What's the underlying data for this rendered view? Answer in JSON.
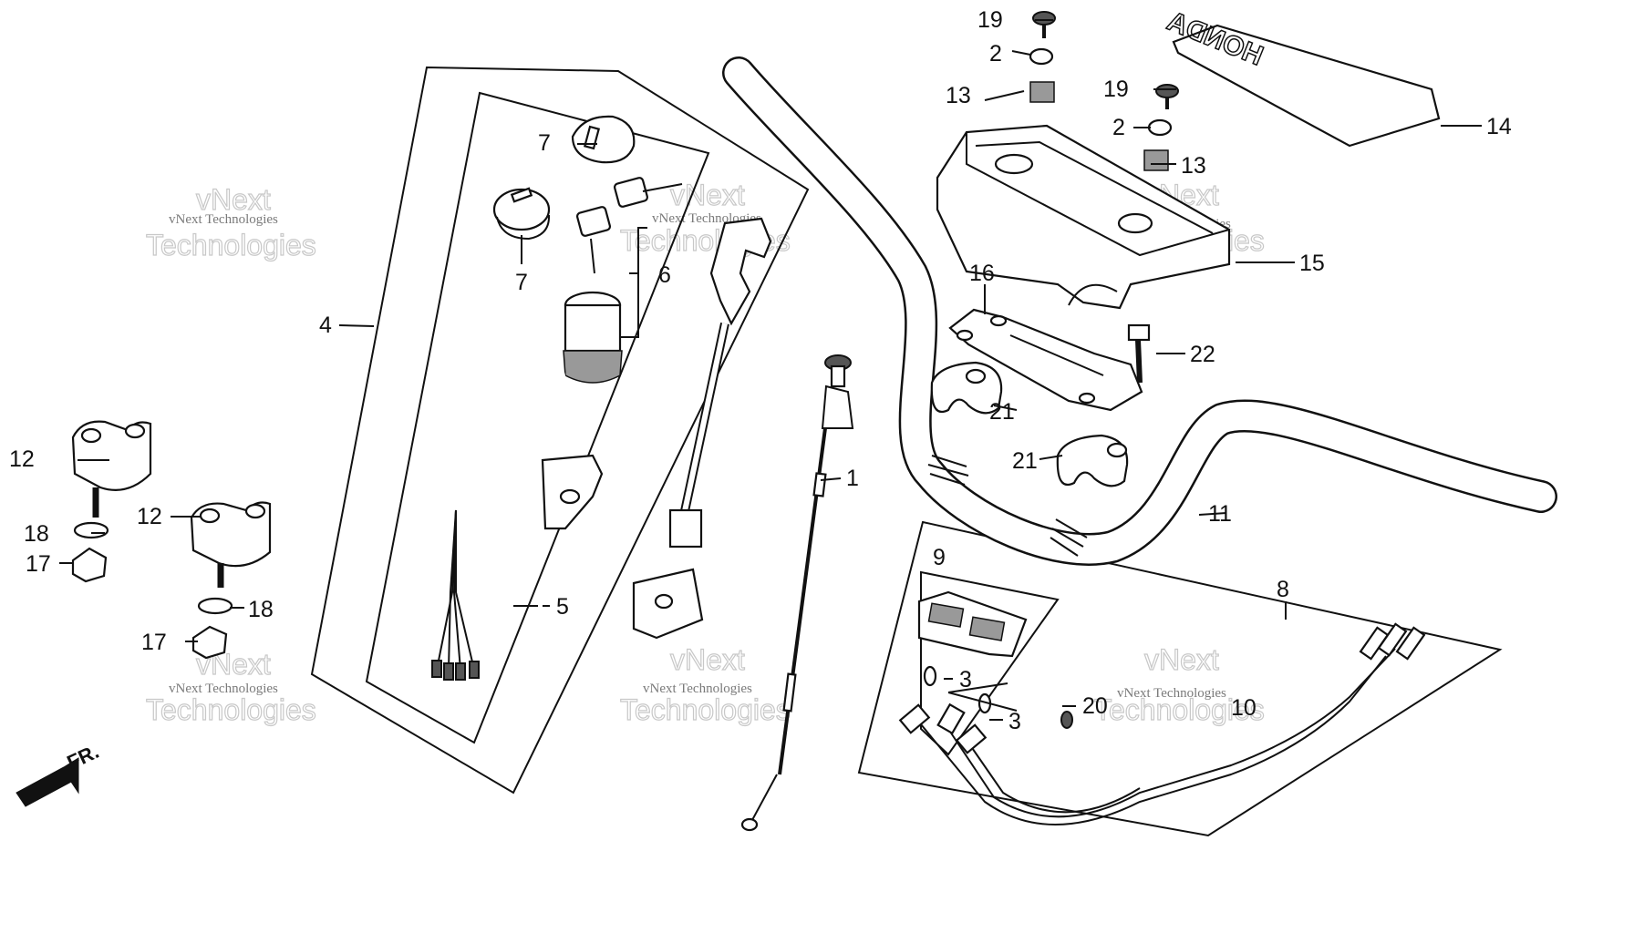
{
  "diagram": {
    "callouts": [
      {
        "id": "c1",
        "text": "1"
      },
      {
        "id": "c2a",
        "text": "2"
      },
      {
        "id": "c2b",
        "text": "2"
      },
      {
        "id": "c3a",
        "text": "3"
      },
      {
        "id": "c3b",
        "text": "3"
      },
      {
        "id": "c4",
        "text": "4"
      },
      {
        "id": "c5",
        "text": "5"
      },
      {
        "id": "c6",
        "text": "6"
      },
      {
        "id": "c7a",
        "text": "7"
      },
      {
        "id": "c7b",
        "text": "7"
      },
      {
        "id": "c8",
        "text": "8"
      },
      {
        "id": "c9",
        "text": "9"
      },
      {
        "id": "c10",
        "text": "10"
      },
      {
        "id": "c11",
        "text": "11"
      },
      {
        "id": "c12a",
        "text": "12"
      },
      {
        "id": "c12b",
        "text": "12"
      },
      {
        "id": "c13a",
        "text": "13"
      },
      {
        "id": "c13b",
        "text": "13"
      },
      {
        "id": "c14",
        "text": "14"
      },
      {
        "id": "c15",
        "text": "15"
      },
      {
        "id": "c16",
        "text": "16"
      },
      {
        "id": "c17a",
        "text": "17"
      },
      {
        "id": "c17b",
        "text": "17"
      },
      {
        "id": "c18a",
        "text": "18"
      },
      {
        "id": "c18b",
        "text": "18"
      },
      {
        "id": "c19a",
        "text": "19"
      },
      {
        "id": "c19b",
        "text": "19"
      },
      {
        "id": "c20",
        "text": "20"
      },
      {
        "id": "c21a",
        "text": "21"
      },
      {
        "id": "c21b",
        "text": "21"
      },
      {
        "id": "c22",
        "text": "22"
      }
    ],
    "watermark": {
      "company": "vNext Technologies",
      "brand_line_1": "vNext",
      "brand_line_2": "Technologies"
    },
    "direction_label": "FR.",
    "cover_brand": "HONDA"
  }
}
